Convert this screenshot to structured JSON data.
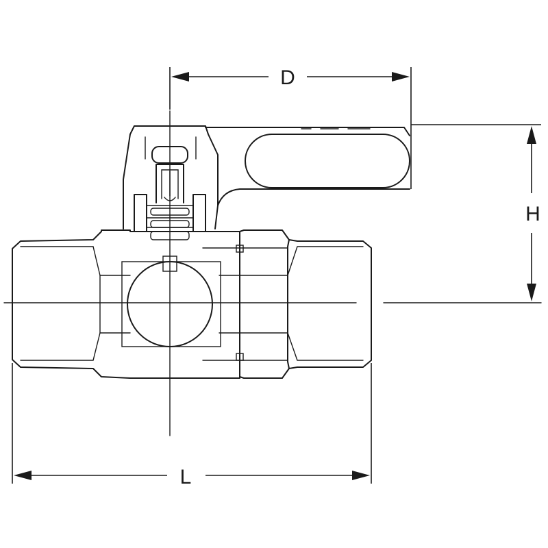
{
  "dimensions": {
    "d_label": "D",
    "h_label": "H",
    "l_label": "L"
  }
}
